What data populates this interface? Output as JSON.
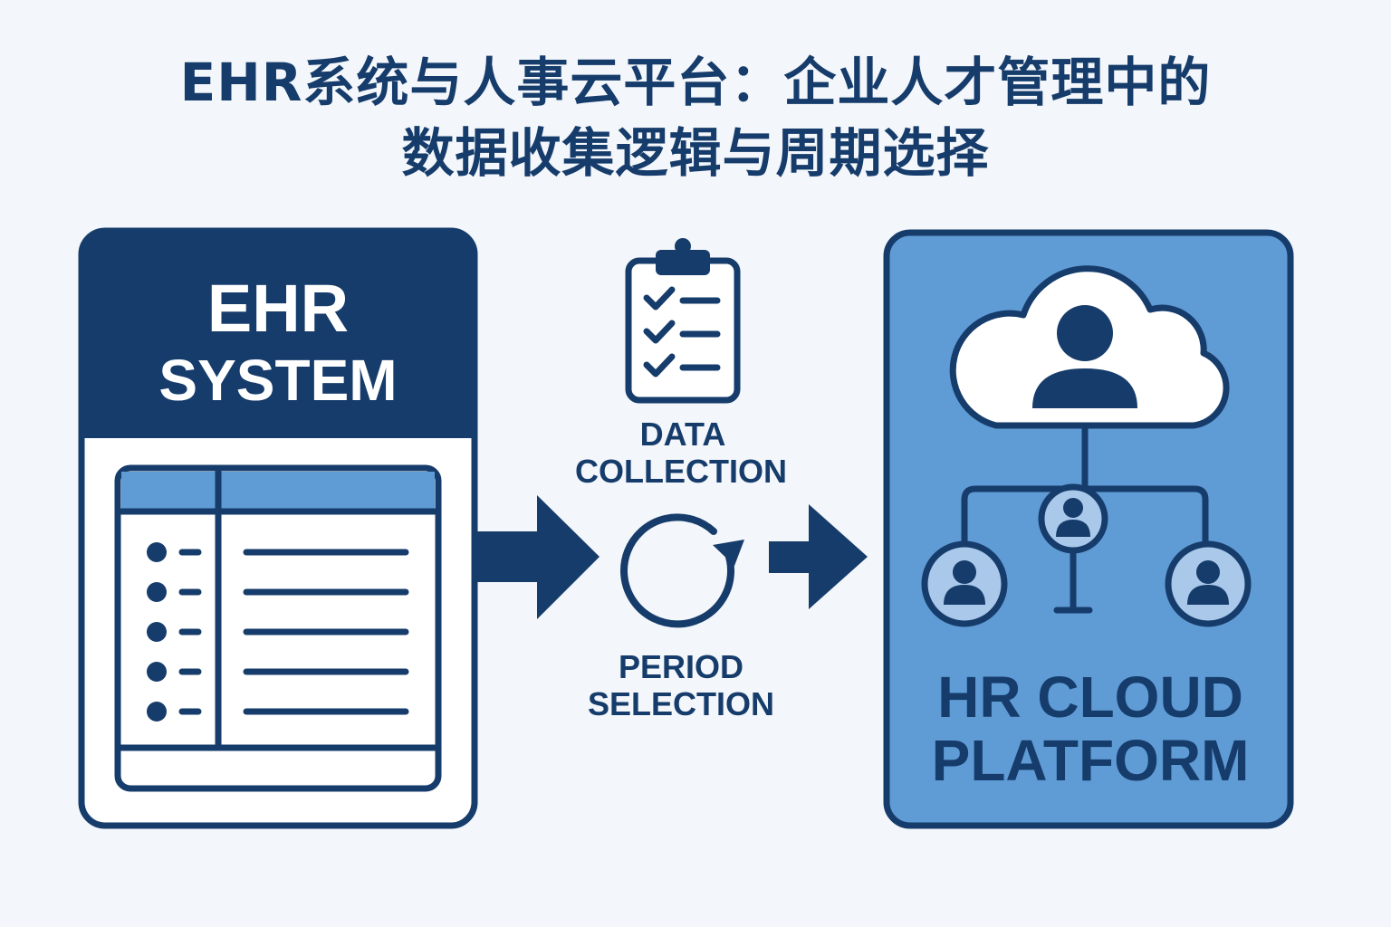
{
  "title": {
    "line1": "EHR系统与人事云平台：企业人才管理中的",
    "line2": "数据收集逻辑与周期选择"
  },
  "ehr_panel": {
    "line1": "EHR",
    "line2": "SYSTEM"
  },
  "steps": [
    {
      "line1": "DATA",
      "line2": "COLLECTION",
      "icon": "clipboard-checklist-icon"
    },
    {
      "line1": "PERIOD",
      "line2": "SELECTION",
      "icon": "cycle-arrow-icon"
    }
  ],
  "hr_panel": {
    "line1": "HR CLOUD",
    "line2": "PLATFORM",
    "icon": "cloud-user-network-icon"
  },
  "colors": {
    "navy": "#163c6b",
    "panel_blue": "#5f9bd5",
    "light_blue": "#a9c8ea",
    "background": "#f3f6fa",
    "white": "#ffffff"
  }
}
